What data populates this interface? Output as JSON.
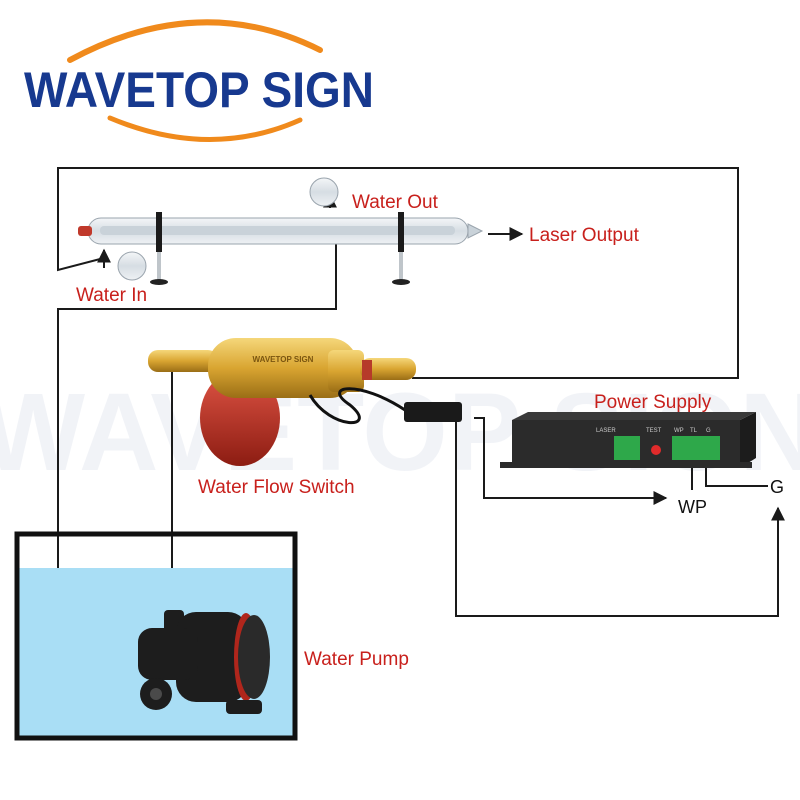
{
  "brand": {
    "name": "WAVETOP SIGN",
    "color": "#17398f",
    "arc_color": "#f08a1c"
  },
  "labels": {
    "water_out": "Water Out",
    "laser_output": "Laser Output",
    "water_in": "Water In",
    "power_supply": "Power Supply",
    "water_flow_switch": "Water Flow Switch",
    "wp": "WP",
    "g": "G",
    "water_pump": "Water Pump"
  },
  "components": {
    "laser_tube": "laser-tube",
    "flow_switch_badge": "WAVETOP SIGN",
    "power_supply_panel": [
      "LASER",
      "TEST",
      "WP",
      "TL",
      "G"
    ]
  },
  "colors": {
    "label_red": "#c8201c",
    "wire": "#1a1a1a",
    "water": "#a9def5",
    "brass": "#d9a531",
    "pump_body": "#1d1d1d",
    "switch_base": "#c0392b",
    "psu_body": "#2b2b2b",
    "terminal_green": "#2ea84a"
  }
}
